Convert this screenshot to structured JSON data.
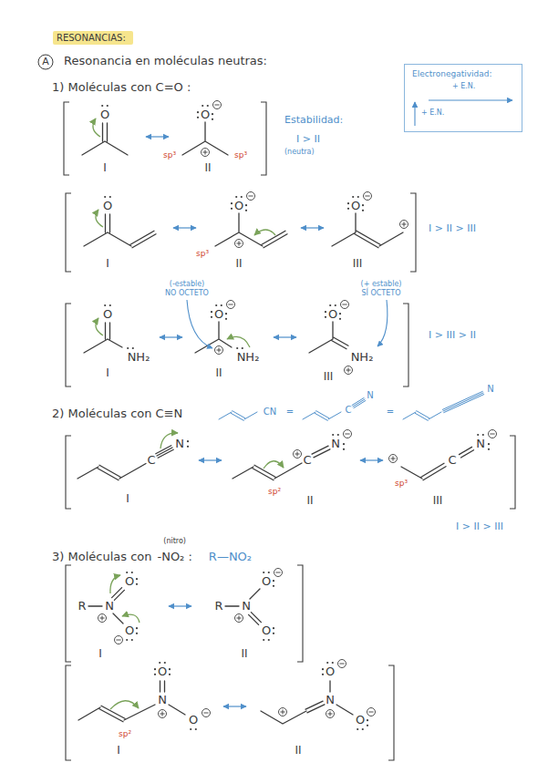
{
  "diagram": {
    "title": "RESONANCIAS:",
    "nodes": [
      {
        "text": [
          "Electronegatividad:",
          "+ E.N.",
          "+ E.N."
        ]
      }
    ],
    "labels": [
      "A",
      "Resonancia en moléculas neutras:",
      "1) Moléculas con C=O :",
      "O",
      "I",
      "O",
      "sp³",
      "sp³",
      "II",
      "Estabilidad:",
      "I > II",
      "(neutra)",
      "O",
      "I",
      "O",
      "sp³",
      "II",
      "O",
      "III",
      "I > II > III",
      "O",
      "NH₂",
      "I",
      "(-estable)",
      "NO OCTETO",
      "O",
      "NH₂",
      "II",
      "(+ estable)",
      "SÍ OCTETO",
      "O",
      "NH₂",
      "III",
      "I > III > II",
      "2) Moléculas con C≡N",
      "CN",
      "=",
      "C",
      "N",
      "=",
      "N",
      "C",
      "N",
      "I",
      "C",
      "N",
      "sp²",
      "II",
      "C",
      "N",
      "sp³",
      "III",
      "I > II > III",
      "3) Moléculas con",
      "(nitro)",
      "-NO₂ :",
      "R—NO₂",
      "R",
      "N",
      "O",
      "O",
      "I",
      "R",
      "N",
      "O",
      "O",
      "II",
      "N",
      "O",
      "O",
      "sp²",
      "I",
      "N",
      "O",
      "O",
      "II"
    ]
  }
}
